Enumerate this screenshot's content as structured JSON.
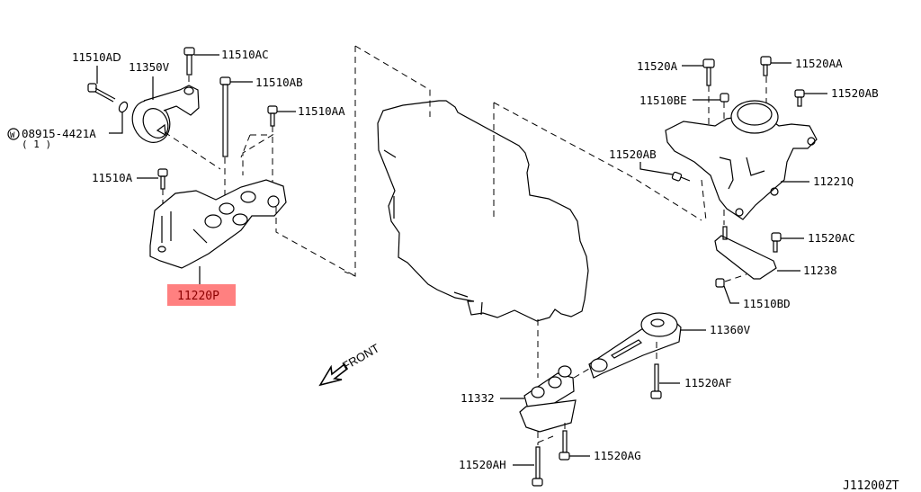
{
  "diagram": {
    "title_code": "J11200ZT",
    "orientation_label": "FRONT",
    "highlight_color": "#ff8080",
    "highlight_text_color": "#8b0000",
    "parts": [
      {
        "id": "11510AD",
        "label": "11510AⅮ",
        "group": "left-upper"
      },
      {
        "id": "11350V",
        "label": "11350V",
        "group": "left-upper"
      },
      {
        "id": "11510AC",
        "label": "11510AC",
        "group": "left-upper"
      },
      {
        "id": "11510AB",
        "label": "11510AB",
        "group": "left-upper"
      },
      {
        "id": "11510AA",
        "label": "11510AA",
        "group": "left-upper"
      },
      {
        "id": "08915-4421A",
        "label": "08915-4421A",
        "prefix": "W",
        "qty": "( 1 )",
        "group": "left-upper"
      },
      {
        "id": "11510A",
        "label": "11510A",
        "group": "left-lower"
      },
      {
        "id": "11220P",
        "label": "11220P",
        "highlighted": true,
        "group": "left-lower"
      },
      {
        "id": "11520A",
        "label": "11520A",
        "group": "right-upper"
      },
      {
        "id": "11520AA",
        "label": "11520AA",
        "group": "right-upper"
      },
      {
        "id": "11510BE",
        "label": "11510BE",
        "group": "right-upper"
      },
      {
        "id": "11520AB_top",
        "label": "11520AB",
        "group": "right-upper"
      },
      {
        "id": "11520AB_side",
        "label": "11520AB",
        "group": "right-upper"
      },
      {
        "id": "11221Q",
        "label": "11221Q",
        "group": "right-upper"
      },
      {
        "id": "11520AC",
        "label": "11520AC",
        "group": "right-middle"
      },
      {
        "id": "11238",
        "label": "11238",
        "group": "right-middle"
      },
      {
        "id": "11510BD",
        "label": "11510BD",
        "group": "right-middle"
      },
      {
        "id": "11360V",
        "label": "11360V",
        "group": "lower"
      },
      {
        "id": "11520AF",
        "label": "11520AF",
        "group": "lower"
      },
      {
        "id": "11332",
        "label": "11332",
        "group": "lower"
      },
      {
        "id": "11520AG",
        "label": "11520AG",
        "group": "lower"
      },
      {
        "id": "11520AH",
        "label": "11520AH",
        "group": "lower"
      }
    ]
  }
}
